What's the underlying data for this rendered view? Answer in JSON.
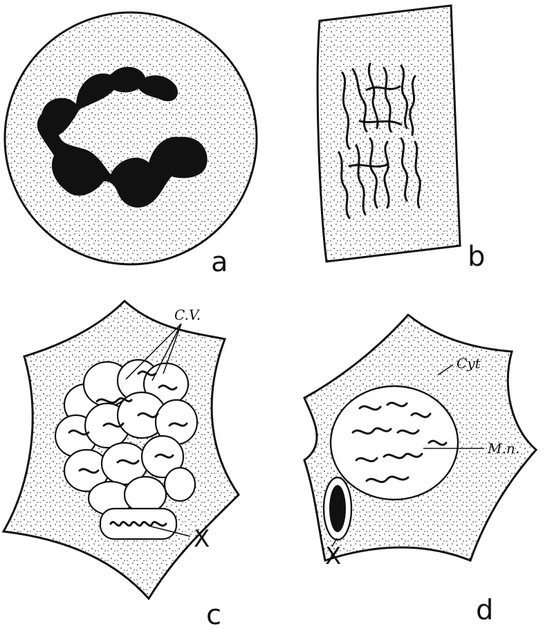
{
  "panels": {
    "a": {
      "label": "a"
    },
    "b": {
      "label": "b"
    },
    "c": {
      "label": "c",
      "annotations": {
        "cv": "C.V.",
        "x": "X"
      }
    },
    "d": {
      "label": "d",
      "annotations": {
        "cyt": "Cyt",
        "mn": "M.n.",
        "x": "X"
      }
    }
  },
  "colors": {
    "ink": "#111111",
    "paper": "#ffffff"
  }
}
